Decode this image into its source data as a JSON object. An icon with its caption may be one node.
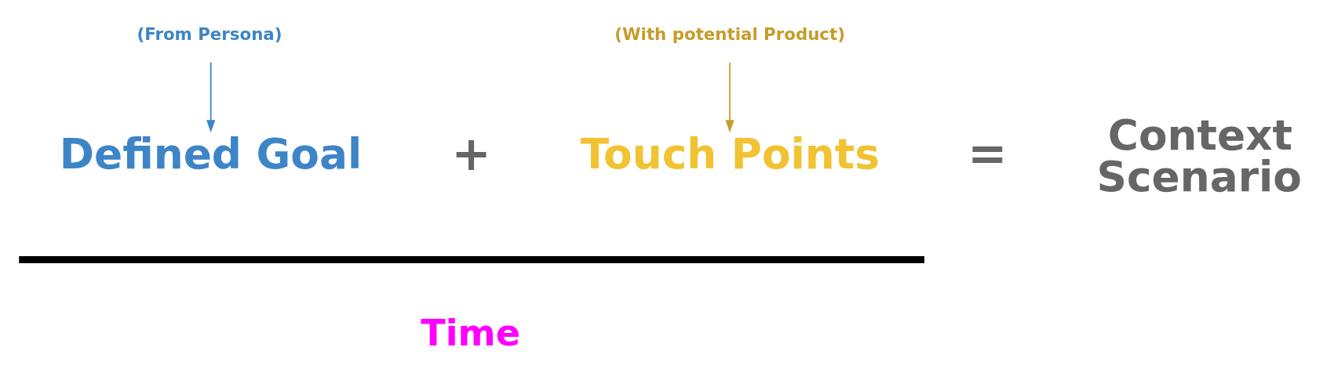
{
  "diagram": {
    "nodes": [
      {
        "text": [
          "(From Persona)"
        ]
      },
      {
        "text": [
          "Defined Goal"
        ]
      },
      {
        "text": [
          "(With potential Product)"
        ]
      },
      {
        "text": [
          "Touch Points"
        ]
      }
    ],
    "edges": [
      {
        "from": 0,
        "to": 1,
        "arrow": "to",
        "color": "#3d85c6"
      },
      {
        "from": 2,
        "to": 3,
        "arrow": "to",
        "color": "#c69c2a"
      }
    ],
    "labels": [
      "+",
      "=",
      "Context Scenario",
      "Time"
    ]
  }
}
